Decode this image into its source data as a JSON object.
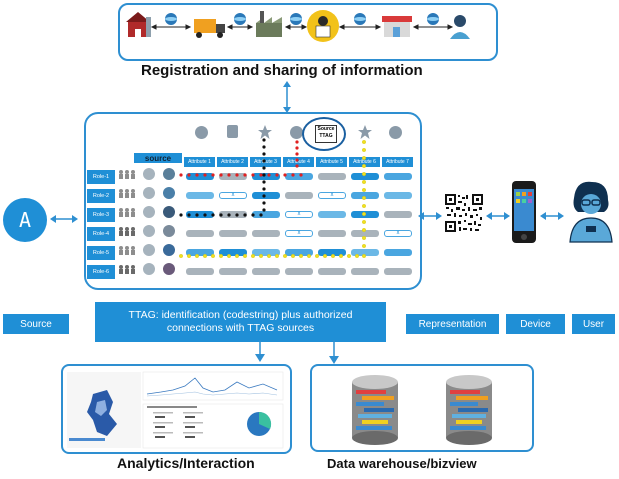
{
  "top": {
    "heading": "Registration and sharing of information",
    "chain_icons": [
      "barn-icon",
      "truck-icon",
      "factory-icon",
      "inspector-icon",
      "shop-icon",
      "consumer-icon"
    ]
  },
  "center": {
    "source_header": "source",
    "attributes": [
      "Attribute 1",
      "Attribute 2",
      "Attribute 3",
      "Attribute 4",
      "Attribute 5",
      "Attribute 6",
      "Attribute 7"
    ],
    "roles": [
      "Role-1",
      "Role-2",
      "Role-3",
      "Role-4",
      "Role-5",
      "Role-6"
    ],
    "source_ttag_line1": "Source",
    "source_ttag_line2": "TTAG",
    "cell_x": "x"
  },
  "left": {
    "badge_letter": "A",
    "source_label": "Source"
  },
  "ttag_box": {
    "line1": "TTAG: identification (codestring) plus authorized",
    "line2": "connections with TTAG sources"
  },
  "right": {
    "representation_label": "Representation",
    "device_label": "Device",
    "user_label": "User"
  },
  "analytics": {
    "heading": "Analytics/Interaction"
  },
  "warehouse": {
    "heading": "Data warehouse/bizview"
  },
  "colors": {
    "accent": "#1f8fd6",
    "border": "#2e8fd1",
    "dot_red": "#e02020",
    "dot_black": "#111111",
    "dot_yellow": "#f0e020"
  }
}
